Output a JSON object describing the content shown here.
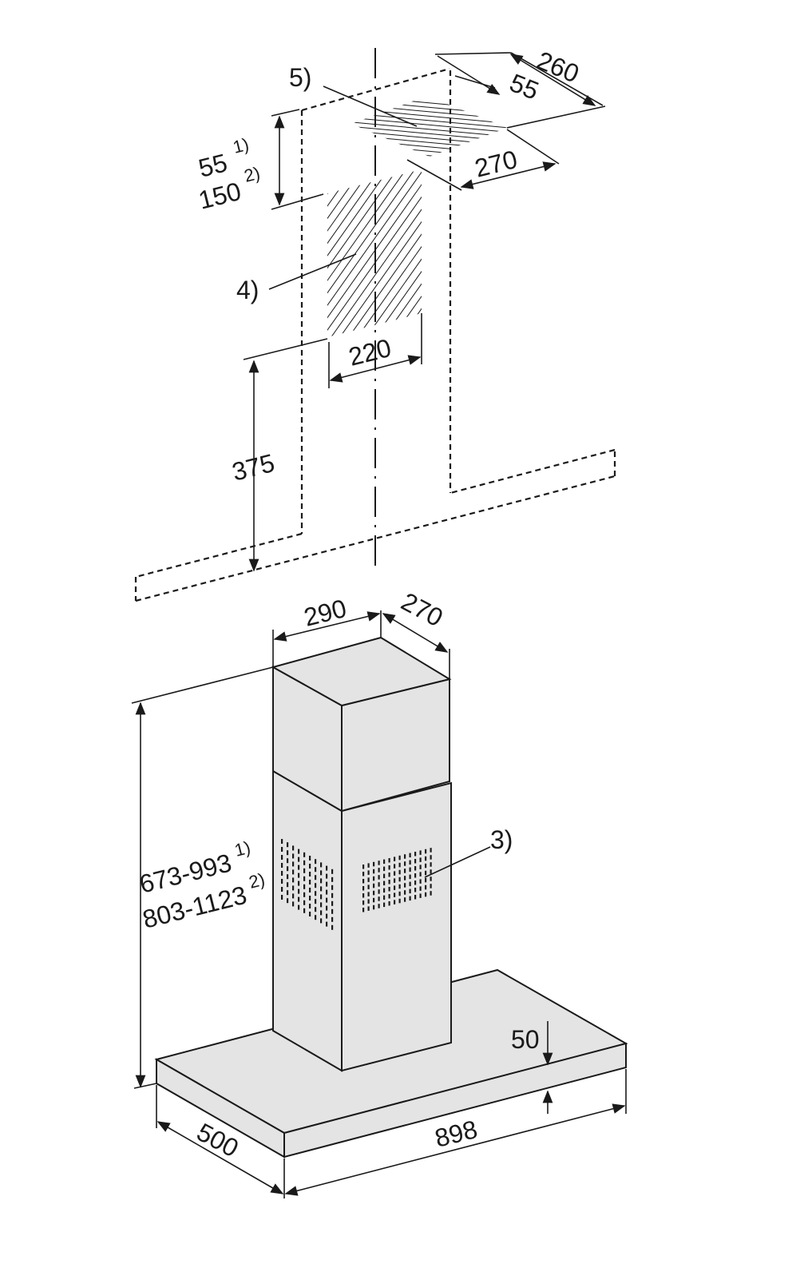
{
  "labels": {
    "callout_5": "5)",
    "callout_4": "4)",
    "callout_3": "3)",
    "dim_260": "260",
    "dim_55": "55",
    "dim_270_top": "270",
    "dim_55_1": "55",
    "sup_1a": "1)",
    "dim_150_2": "150",
    "sup_2a": "2)",
    "dim_220": "220",
    "dim_375": "375",
    "dim_290": "290",
    "dim_270_hood": "270",
    "dim_height_1": "673-993",
    "sup_1b": "1)",
    "dim_height_2": "803-1123",
    "sup_2b": "2)",
    "dim_50": "50",
    "dim_500": "500",
    "dim_898": "898"
  },
  "colors": {
    "line": "#1a1a1a",
    "body_fill": "#e4e4e4",
    "background": "#ffffff"
  }
}
